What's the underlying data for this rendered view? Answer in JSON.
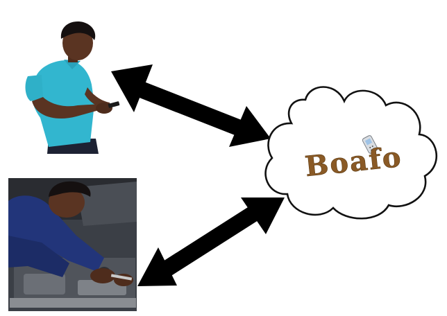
{
  "diagram": {
    "cloud_label": "Boafo",
    "colors": {
      "arrow": "#000000",
      "cloud_fill": "#ffffff",
      "cloud_stroke": "#111111",
      "label": "#8a5a26",
      "shirt": "#32b6cf",
      "overalls": "#22357a",
      "skin": "#5a3422",
      "engine_bay": "#3b3f46"
    },
    "nodes": [
      {
        "id": "customer",
        "icon": "person-with-phone-photo"
      },
      {
        "id": "mechanic",
        "icon": "mechanic-working-on-engine-photo"
      },
      {
        "id": "service",
        "icon": "cloud-with-phone-icon"
      }
    ],
    "edges": [
      {
        "from": "customer",
        "to": "service",
        "direction": "bidirectional"
      },
      {
        "from": "mechanic",
        "to": "service",
        "direction": "bidirectional"
      }
    ]
  }
}
